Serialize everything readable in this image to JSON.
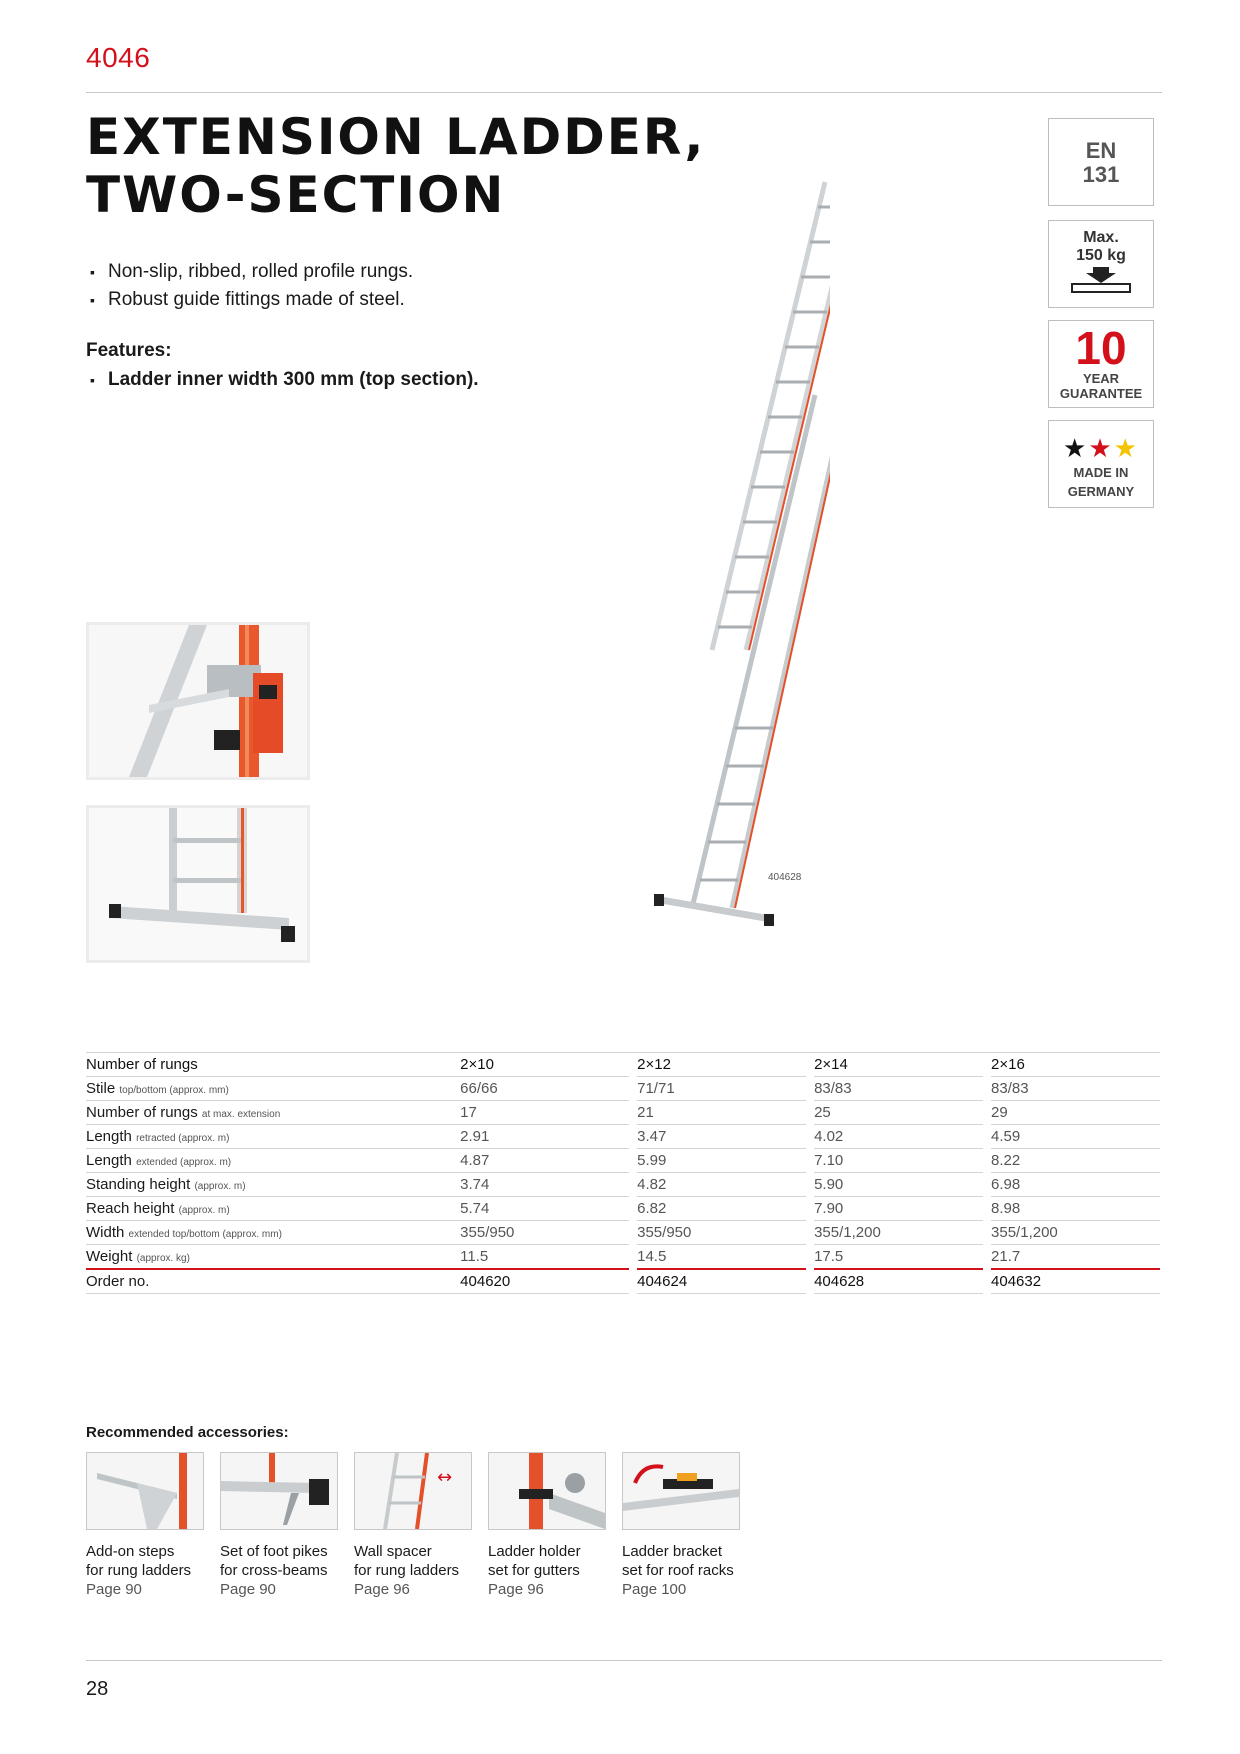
{
  "header": {
    "model": "4046"
  },
  "title": {
    "line1": "EXTENSION LADDER,",
    "line2": "TWO-SECTION"
  },
  "bullets": [
    "Non-slip, ribbed, rolled profile rungs.",
    "Robust guide fittings made of steel."
  ],
  "features": {
    "heading": "Features:",
    "items": [
      "Ladder inner width 300 mm (top section)."
    ]
  },
  "badges": {
    "en": {
      "line1": "EN",
      "line2": "131"
    },
    "max": {
      "line1": "Max.",
      "line2": "150 kg"
    },
    "guarantee": {
      "num": "10",
      "line1": "YEAR",
      "line2": "GUARANTEE"
    },
    "made": {
      "line1": "MADE IN",
      "line2": "GERMANY"
    }
  },
  "product_code": "404628",
  "spec": {
    "columns": [
      "2×10",
      "2×12",
      "2×14",
      "2×16"
    ],
    "rows": [
      {
        "label": "Stile",
        "note": "top/bottom (approx. mm)",
        "values": [
          "66/66",
          "71/71",
          "83/83",
          "83/83"
        ]
      },
      {
        "label": "Number of rungs",
        "note": "at max. extension",
        "values": [
          "17",
          "21",
          "25",
          "29"
        ]
      },
      {
        "label": "Length",
        "note": "retracted (approx. m)",
        "values": [
          "2.91",
          "3.47",
          "4.02",
          "4.59"
        ]
      },
      {
        "label": "Length",
        "note": "extended (approx. m)",
        "values": [
          "4.87",
          "5.99",
          "7.10",
          "8.22"
        ]
      },
      {
        "label": "Standing height",
        "note": "(approx. m)",
        "values": [
          "3.74",
          "4.82",
          "5.90",
          "6.98"
        ]
      },
      {
        "label": "Reach height",
        "note": "(approx. m)",
        "values": [
          "5.74",
          "6.82",
          "7.90",
          "8.98"
        ]
      },
      {
        "label": "Width",
        "note": "extended top/bottom (approx. mm)",
        "values": [
          "355/950",
          "355/950",
          "355/1,200",
          "355/1,200"
        ]
      },
      {
        "label": "Weight",
        "note": "(approx. kg)",
        "values": [
          "11.5",
          "14.5",
          "17.5",
          "21.7"
        ]
      }
    ],
    "head_label": "Number of rungs",
    "order_label": "Order no.",
    "order_values": [
      "404620",
      "404624",
      "404628",
      "404632"
    ]
  },
  "accessories": {
    "heading": "Recommended accessories:",
    "items": [
      {
        "line1": "Add-on steps",
        "line2": "for rung ladders",
        "page": "Page 90"
      },
      {
        "line1": "Set of foot pikes",
        "line2": "for cross-beams",
        "page": "Page 90"
      },
      {
        "line1": "Wall spacer",
        "line2": "for rung ladders",
        "page": "Page 96"
      },
      {
        "line1": "Ladder holder",
        "line2": "set for gutters",
        "page": "Page 96"
      },
      {
        "line1": "Ladder bracket",
        "line2": "set for roof racks",
        "page": "Page 100"
      }
    ]
  },
  "footer": {
    "page": "28"
  },
  "colors": {
    "accent": "#d2111b",
    "rule": "#c8c8c8"
  }
}
